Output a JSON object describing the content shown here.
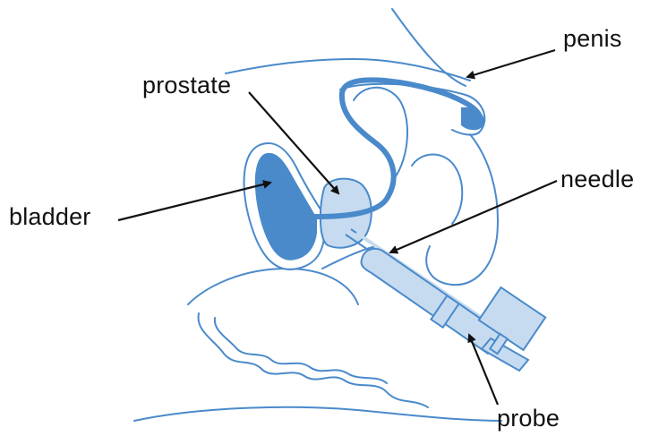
{
  "labels": {
    "penis": "penis",
    "prostate": "prostate",
    "needle": "needle",
    "bladder": "bladder",
    "probe": "probe"
  },
  "colors": {
    "outline": "#4a8acb",
    "organ_fill": "#4a8acb",
    "light_fill": "#c6dbef",
    "arrow": "#111111",
    "text": "#111111"
  }
}
